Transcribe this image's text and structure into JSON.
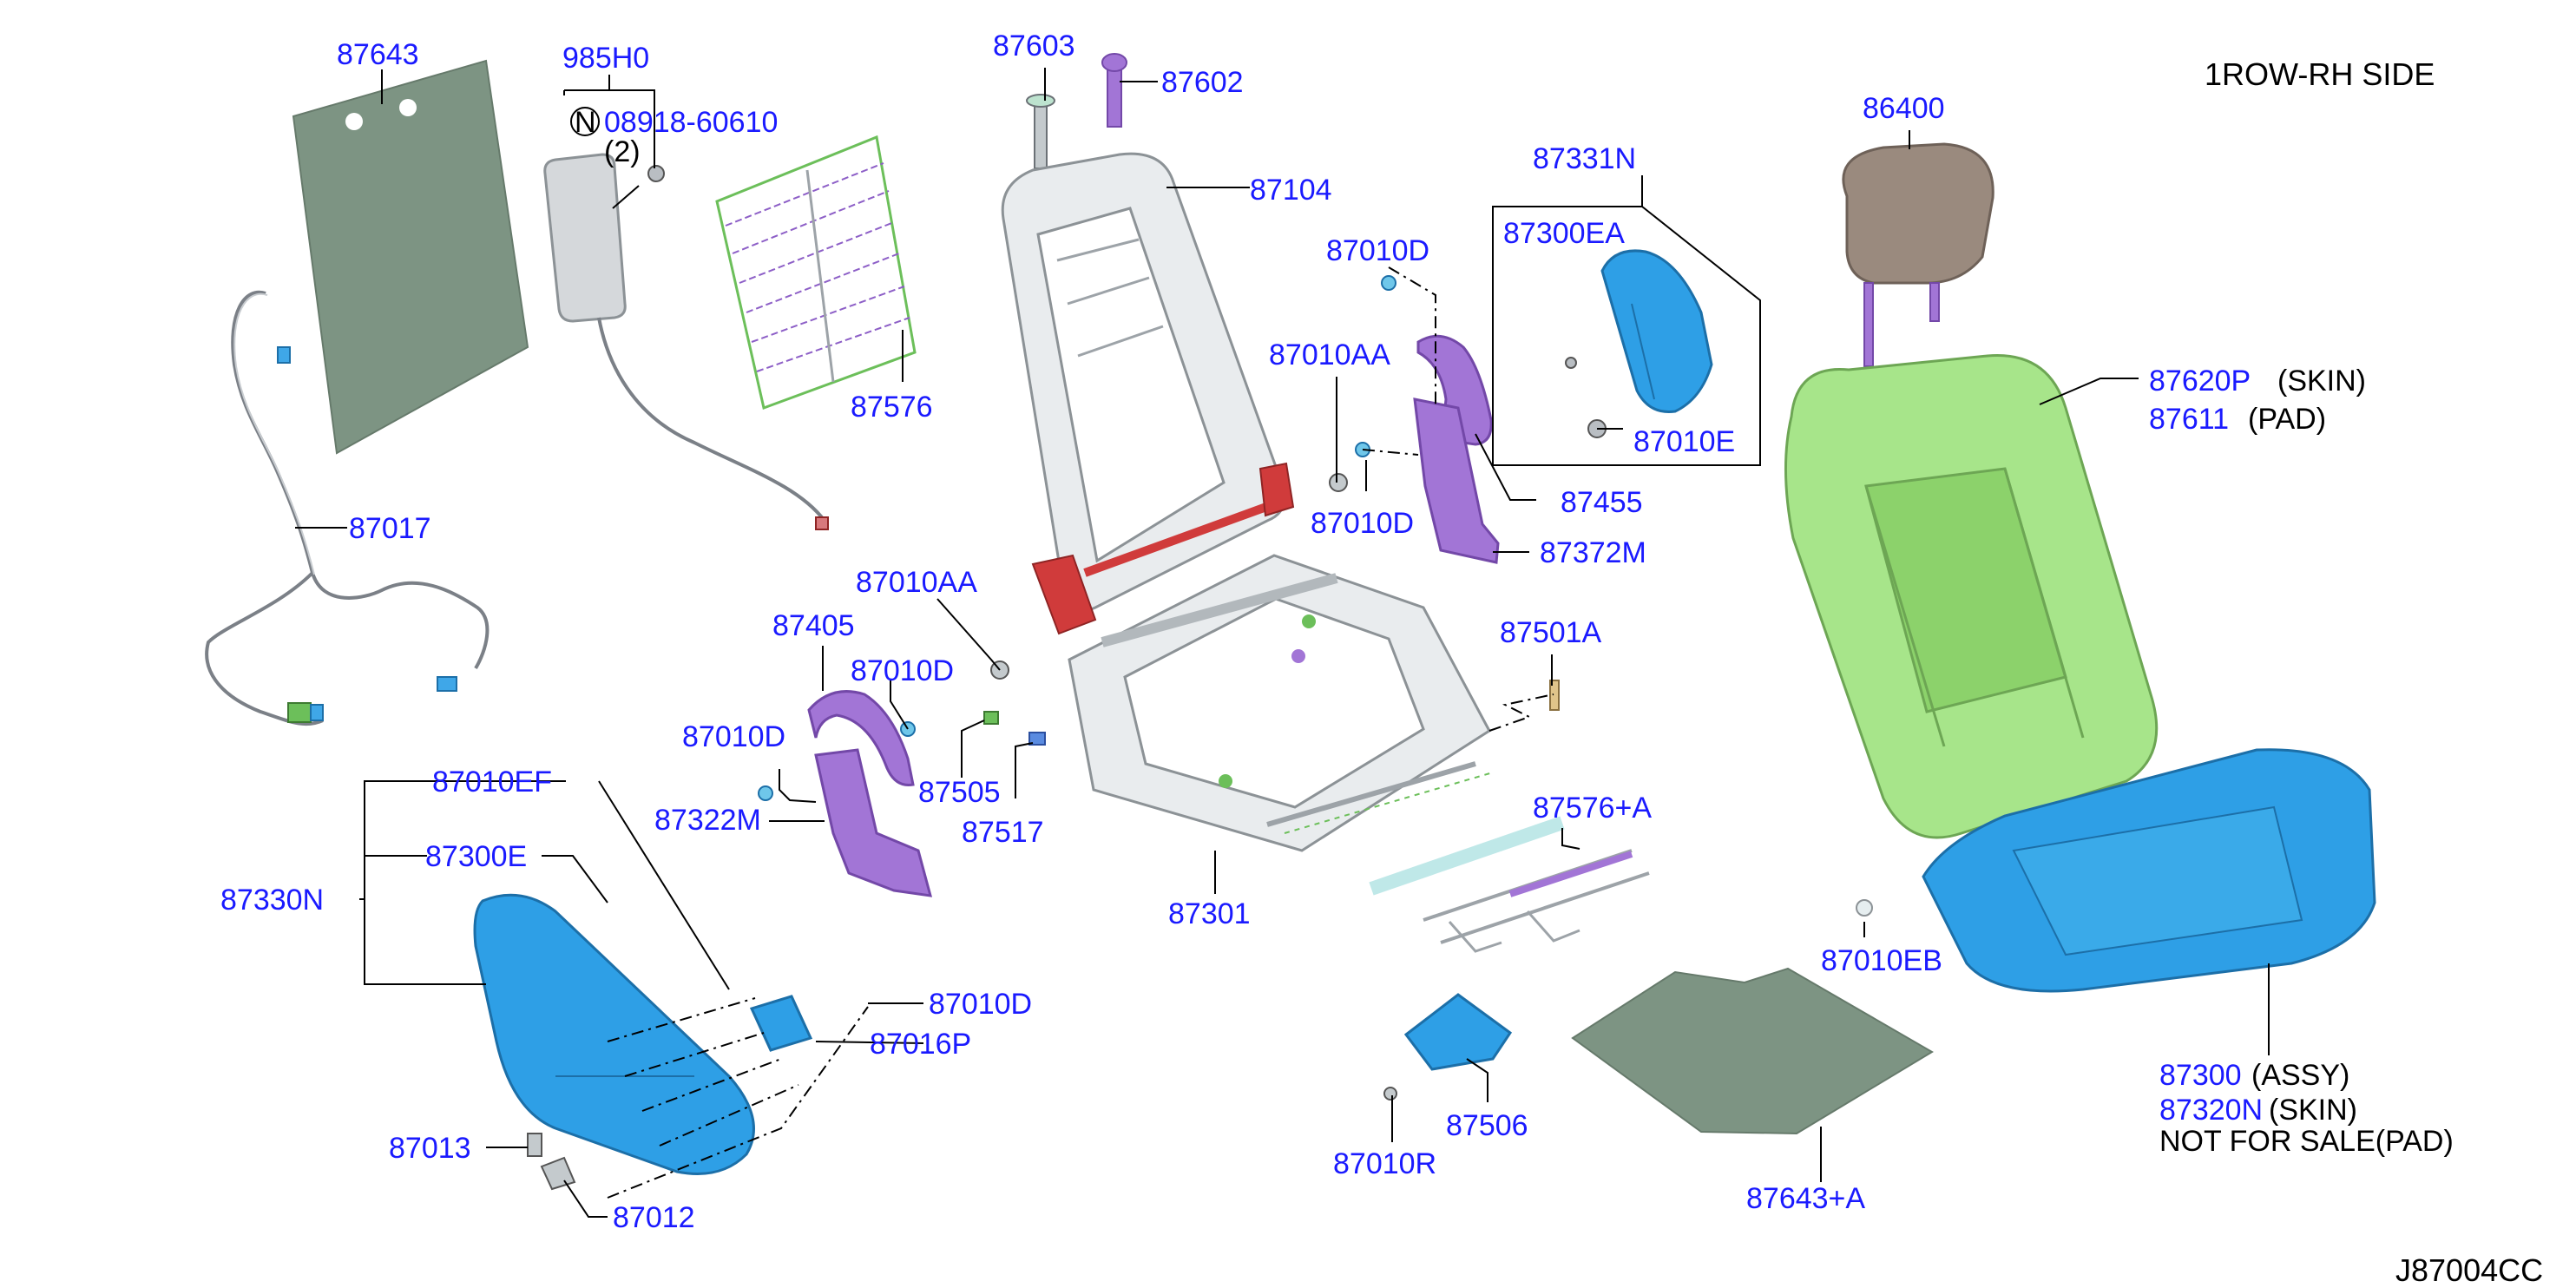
{
  "diagram": {
    "title": "1ROW-RH SIDE",
    "ref_code": "J87004CC",
    "callouts": {
      "p87643": "87643",
      "p985H0": "985H0",
      "n_symbol": "N",
      "p08918": "08918-60610",
      "qty2": "(2)",
      "p87576": "87576",
      "p87017": "87017",
      "p87603": "87603",
      "p87602": "87602",
      "p87104": "87104",
      "p87331N": "87331N",
      "p87300EA": "87300EA",
      "p87010E": "87010E",
      "p86400": "86400",
      "p87620P": "87620P",
      "skin1": "(SKIN)",
      "p87611": "87611",
      "pad1": "(PAD)",
      "p87010D_a": "87010D",
      "p87010AA_a": "87010AA",
      "p87455": "87455",
      "p87010D_b": "87010D",
      "p87372M": "87372M",
      "p87010AA_b": "87010AA",
      "p87405": "87405",
      "p87010D_c": "87010D",
      "p87010D_d": "87010D",
      "p87505": "87505",
      "p87517": "87517",
      "p87322M": "87322M",
      "p87501A": "87501A",
      "p87576A": "87576+A",
      "p87301": "87301",
      "p87010EF": "87010EF",
      "p87300E": "87300E",
      "p87330N": "87330N",
      "p87010D_e": "87010D",
      "p87016P": "87016P",
      "p87013": "87013",
      "p87012": "87012",
      "p87010EB": "87010EB",
      "p87506": "87506",
      "p87010R": "87010R",
      "p87643A": "87643+A",
      "p87300": "87300",
      "assy": "(ASSY)",
      "p87320N": "87320N",
      "skin2": "(SKIN)",
      "nfs": "NOT FOR SALE(PAD)"
    }
  }
}
